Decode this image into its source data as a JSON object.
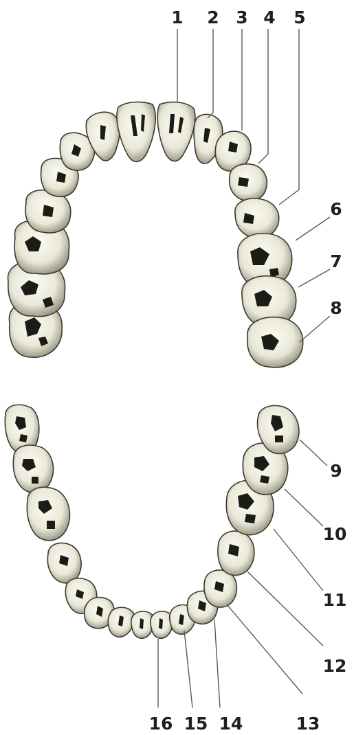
{
  "diagram": {
    "colors": {
      "enamel": "#e9e8d8",
      "enamel_shadow": "#8d8c78",
      "outline": "#3a3a30",
      "groove": "#1c1c16",
      "label": "#1f1f1f",
      "background": "#ffffff"
    },
    "upper_arch_labels": [
      "1",
      "2",
      "3",
      "4",
      "5",
      "6",
      "7",
      "8"
    ],
    "lower_arch_labels": [
      "9",
      "10",
      "11",
      "12",
      "13",
      "14",
      "15",
      "16"
    ]
  }
}
